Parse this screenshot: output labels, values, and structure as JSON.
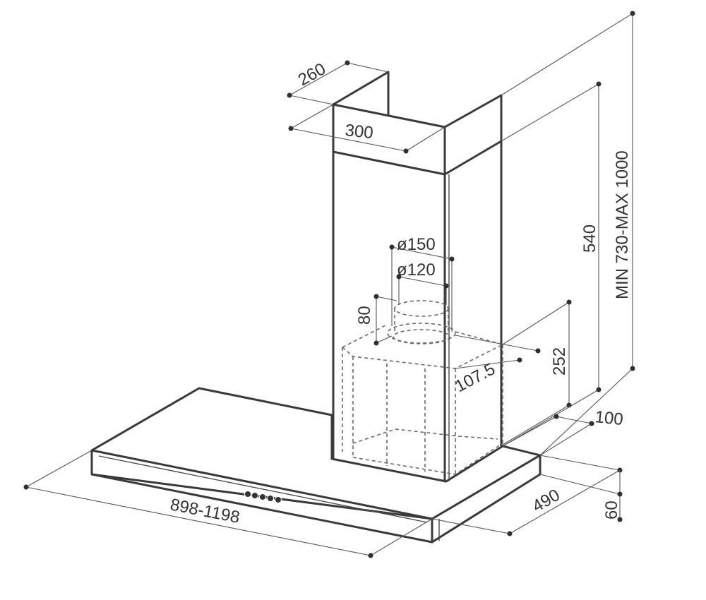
{
  "dimensions": {
    "chimney_depth": "260",
    "chimney_width": "300",
    "outlet_dia_large": "ø150",
    "outlet_dia_small": "ø120",
    "collar_height": "80",
    "outlet_offset": "107.5",
    "motor_height": "252",
    "chimney_height": "540",
    "total_height": "MIN 730-MAX 1000",
    "hood_offset": "100",
    "hood_depth": "490",
    "hood_thickness": "60",
    "hood_width": "898-1198"
  },
  "controls": {
    "button_count": 5
  }
}
